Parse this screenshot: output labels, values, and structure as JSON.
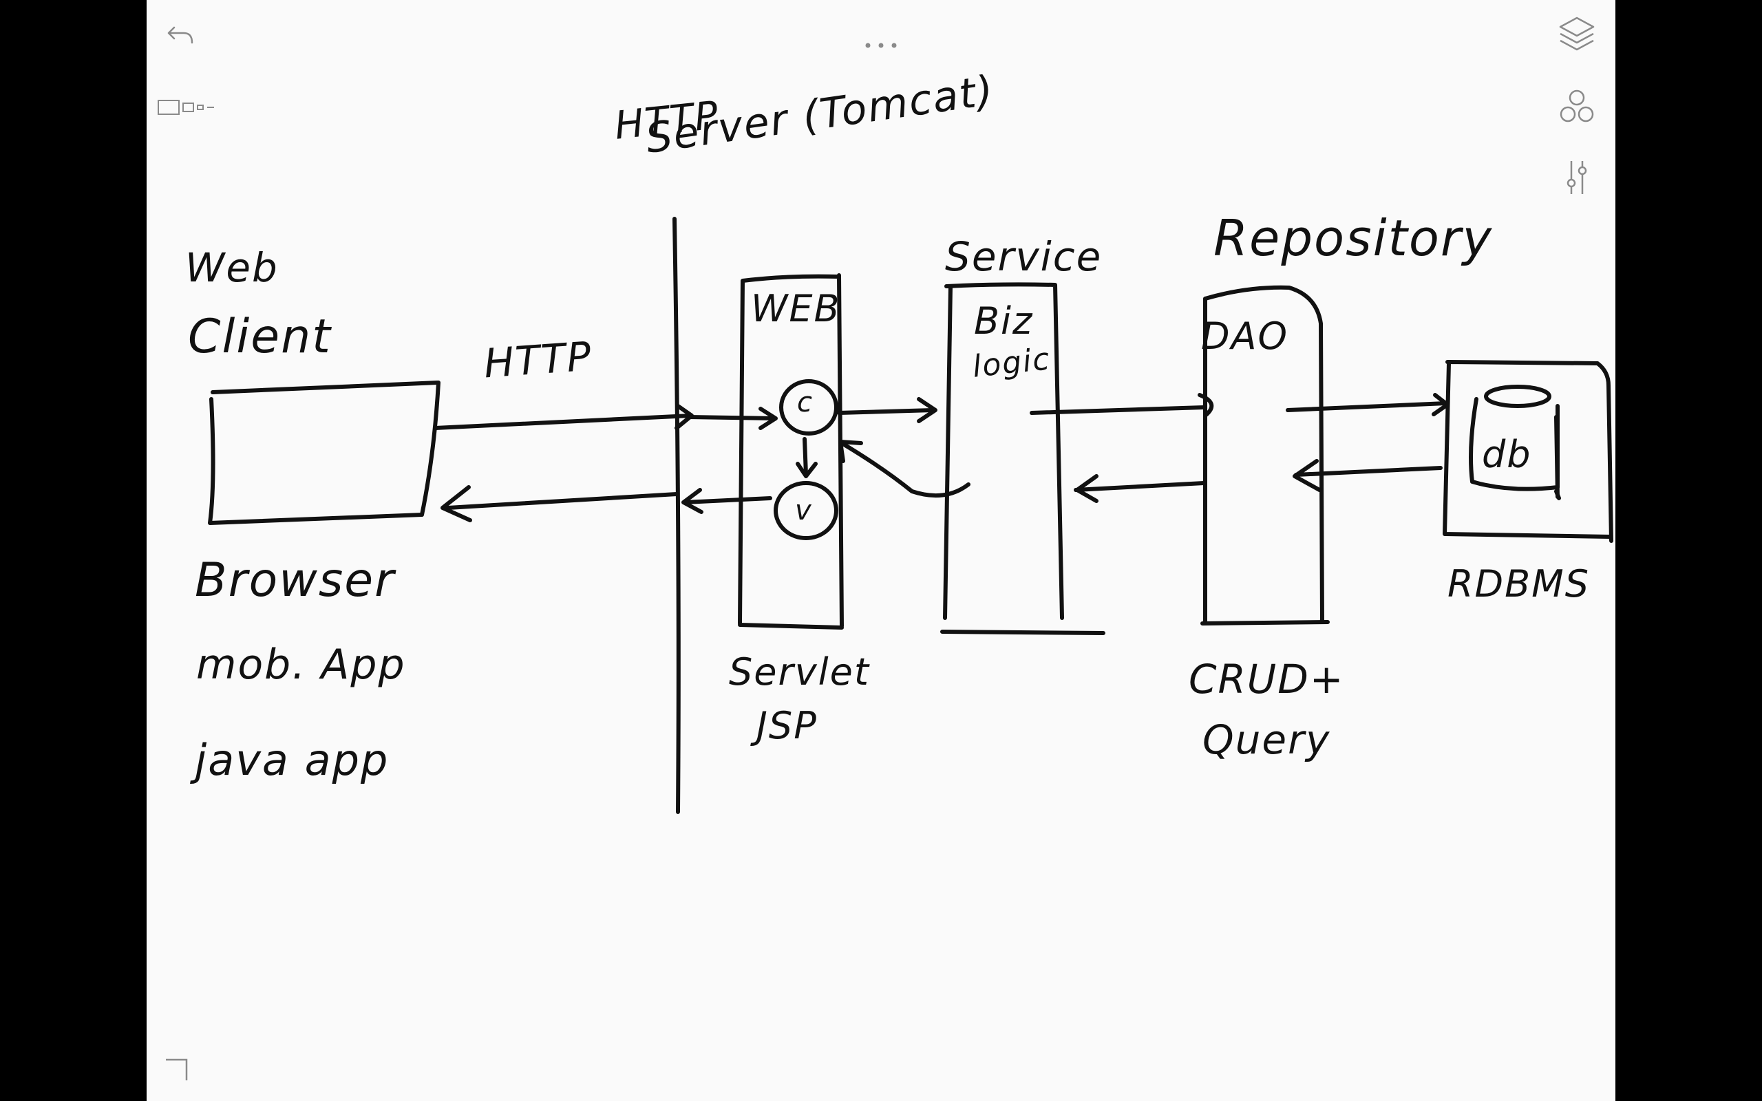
{
  "toolbar": {
    "undo_icon": "undo-arrow-icon",
    "more_icon": "more-dots-icon",
    "page_view_icon": "page-thumbnails-icon",
    "layers_icon": "layers-icon",
    "shapes_icon": "shapes-icon",
    "adjust_icon": "adjust-sliders-icon",
    "corner_icon": "page-corner-icon"
  },
  "diagram": {
    "client_title_line1": "Web",
    "client_title_line2": "Client",
    "client_types": [
      "Browser",
      "mob. App",
      "java app"
    ],
    "protocol_label": "HTTP",
    "server_label_line1": "HTTP",
    "server_label_line2": "Server (Tomcat)",
    "web_box_label": "WEB",
    "controller_label": "c",
    "view_label": "v",
    "web_caption_line1": "Servlet",
    "web_caption_line2": "JSP",
    "service_title": "Service",
    "service_box_line1": "Biz",
    "service_box_line2": "logic",
    "repository_title": "Repository",
    "dao_label": "DAO",
    "repository_caption_line1": "CRUD+",
    "repository_caption_line2": "Query",
    "db_label": "db",
    "db_caption": "RDBMS"
  },
  "colors": {
    "page_background": "#fafafa",
    "frame_background": "#000000",
    "ink": "#111111",
    "toolbar_icon": "#8a8a8a"
  }
}
